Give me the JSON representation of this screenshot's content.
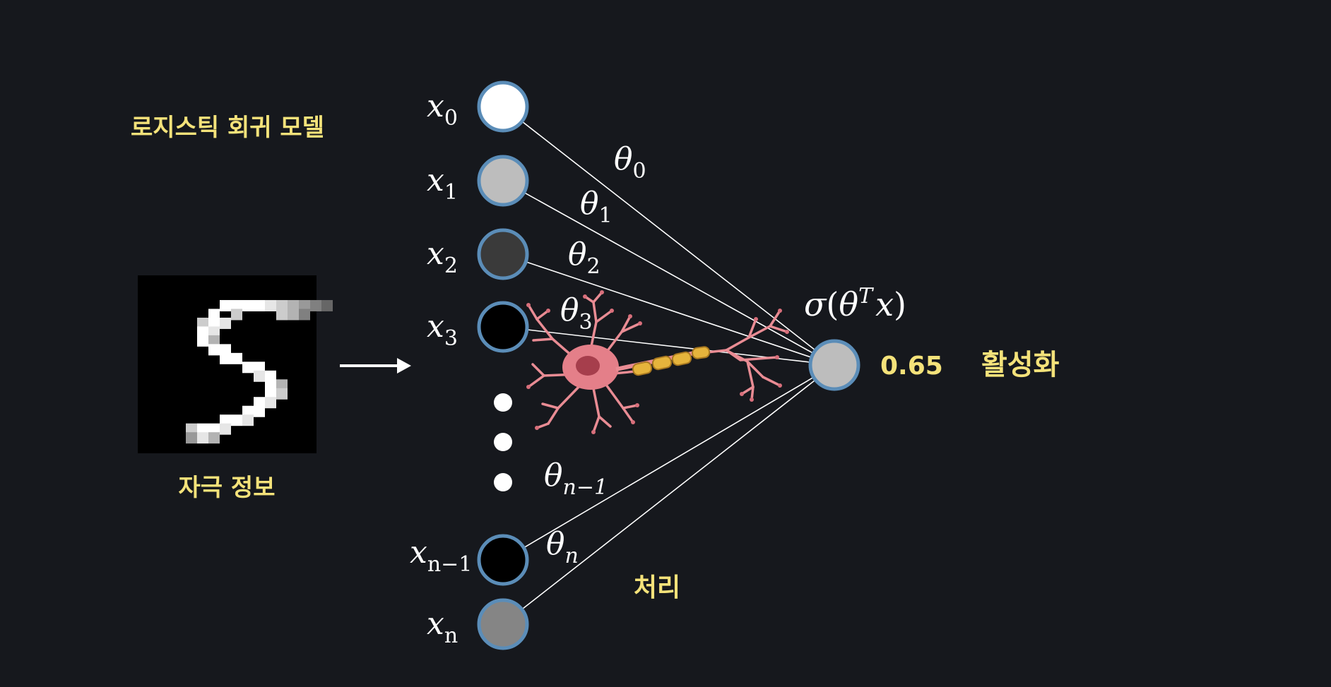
{
  "title": "로지스틱 회귀 모델",
  "stimulus_label": "자극 정보",
  "processing_label": "처리",
  "activation_label": "활성화",
  "output_value": "0.65",
  "output_formula": {
    "sigma": "σ",
    "open": "(",
    "theta": "θ",
    "sup": "T",
    "x": "x",
    "close": ")"
  },
  "inputs": [
    {
      "base": "x",
      "sub": "0",
      "fill": "#ffffff"
    },
    {
      "base": "x",
      "sub": "1",
      "fill": "#bdbdbd"
    },
    {
      "base": "x",
      "sub": "2",
      "fill": "#3a3a3a"
    },
    {
      "base": "x",
      "sub": "3",
      "fill": "#000000"
    },
    {
      "base": "x",
      "sub": "n−1",
      "fill": "#000000"
    },
    {
      "base": "x",
      "sub": "n",
      "fill": "#858585"
    }
  ],
  "weights": [
    {
      "base": "θ",
      "sub": "0"
    },
    {
      "base": "θ",
      "sub": "1"
    },
    {
      "base": "θ",
      "sub": "2"
    },
    {
      "base": "θ",
      "sub": "3"
    },
    {
      "base": "θ",
      "sub": "n−1"
    },
    {
      "base": "θ",
      "sub": "n"
    }
  ],
  "output_node_fill": "#bdbdbd",
  "node_stroke": "#5b8db8",
  "connection_color": "#ffffff",
  "label_color": "#f4e27a",
  "background_color": "#16181d",
  "icons": [
    "digit-five-image",
    "arrow-right-icon",
    "neuron-illustration"
  ]
}
